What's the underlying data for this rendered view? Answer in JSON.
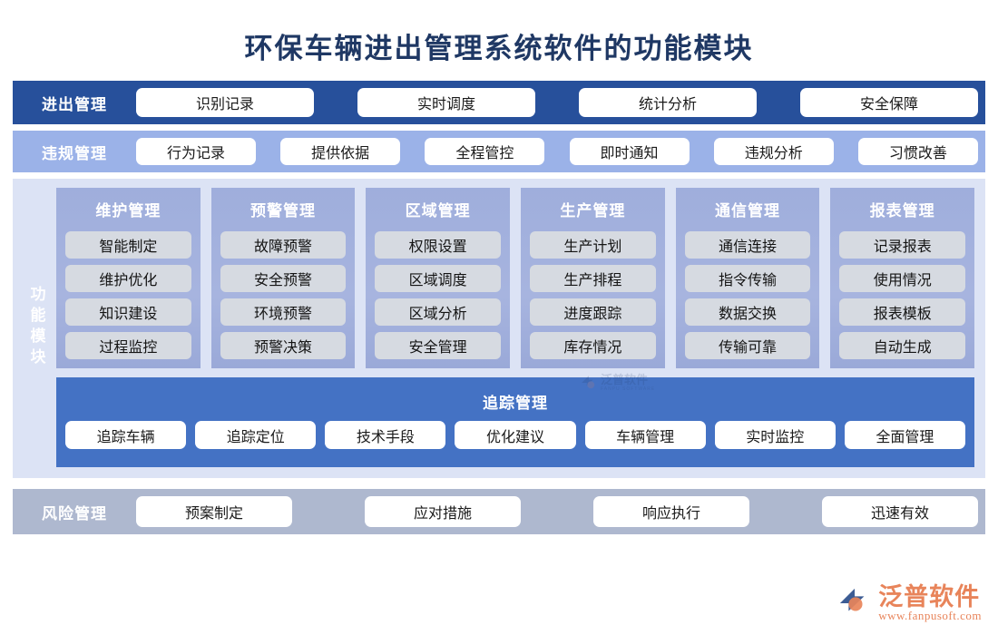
{
  "page_title": "环保车辆进出管理系统软件的功能模块",
  "colors": {
    "title": "#1F3864",
    "row_inout_bg": "#27509B",
    "row_violation_bg": "#9BB2E8",
    "modules_bg": "#DCE3F5",
    "column_card_bg": "#9FAEDC",
    "column_item_bg": "#D6DAE1",
    "track_band_bg": "#4472C4",
    "row_risk_bg": "#AEB8CF",
    "pill_bg": "#FFFFFF",
    "brand_orange": "#E8845A"
  },
  "rows": {
    "inout": {
      "label": "进出管理",
      "items": [
        "识别记录",
        "实时调度",
        "统计分析",
        "安全保障"
      ]
    },
    "violation": {
      "label": "违规管理",
      "items": [
        "行为记录",
        "提供依据",
        "全程管控",
        "即时通知",
        "违规分析",
        "习惯改善"
      ]
    },
    "risk": {
      "label": "风险管理",
      "items": [
        "预案制定",
        "应对措施",
        "响应执行",
        "迅速有效"
      ]
    }
  },
  "modules": {
    "vertical_label": "功能模块",
    "columns": [
      {
        "title": "维护管理",
        "items": [
          "智能制定",
          "维护优化",
          "知识建设",
          "过程监控"
        ]
      },
      {
        "title": "预警管理",
        "items": [
          "故障预警",
          "安全预警",
          "环境预警",
          "预警决策"
        ]
      },
      {
        "title": "区域管理",
        "items": [
          "权限设置",
          "区域调度",
          "区域分析",
          "安全管理"
        ]
      },
      {
        "title": "生产管理",
        "items": [
          "生产计划",
          "生产排程",
          "进度跟踪",
          "库存情况"
        ]
      },
      {
        "title": "通信管理",
        "items": [
          "通信连接",
          "指令传输",
          "数据交换",
          "传输可靠"
        ]
      },
      {
        "title": "报表管理",
        "items": [
          "记录报表",
          "使用情况",
          "报表模板",
          "自动生成"
        ]
      }
    ],
    "track": {
      "title": "追踪管理",
      "items": [
        "追踪车辆",
        "追踪定位",
        "技术手段",
        "优化建议",
        "车辆管理",
        "实时监控",
        "全面管理"
      ]
    }
  },
  "watermark": {
    "name": "泛普软件",
    "sub": "FANPU SOFTWARE"
  },
  "footer_logo": {
    "name": "泛普软件",
    "url": "www.fanpusoft.com"
  }
}
